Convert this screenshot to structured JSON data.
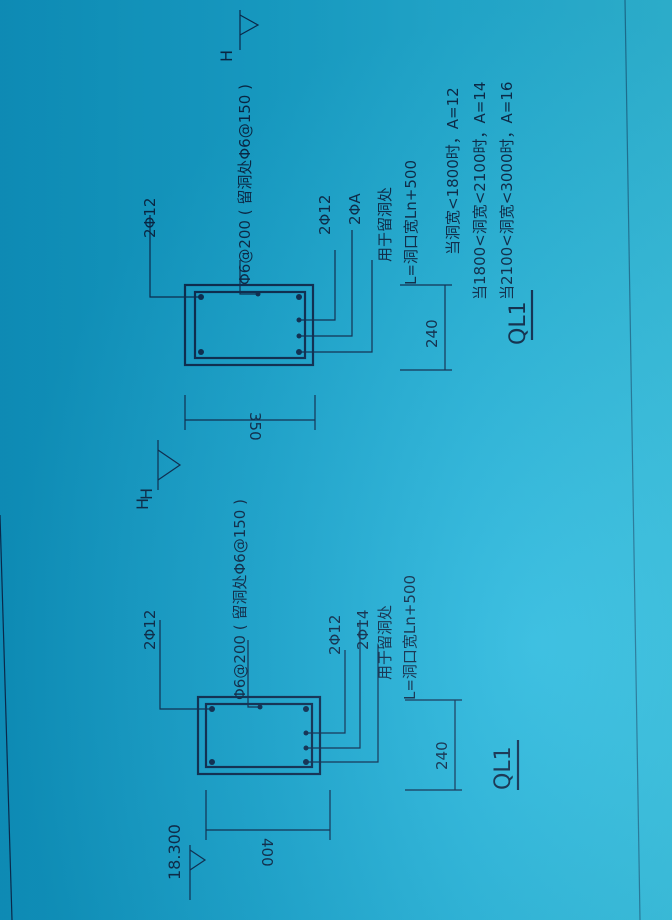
{
  "photo_subject": "QL1",
  "drawing": {
    "left_section": {
      "elev_label": "18.300",
      "h_label": "H",
      "top_bar": "2Φ12",
      "stirrup": "Φ6@200 ( 留洞处Φ6@150 )",
      "bot_bar": "2Φ12",
      "extra_bar": "2Φ14",
      "extra_note1": "用于留洞处",
      "extra_note2": "L=洞口宽Ln+500",
      "depth": "400",
      "width": "240",
      "name": "QL1"
    },
    "right_section": {
      "h_label": "H",
      "top_bar": "2Φ12",
      "stirrup": "Φ6@200 ( 留洞处Φ6@150 )",
      "bot_bar": "2Φ12",
      "extra_bar": "2ΦA",
      "extra_note1": "用于留洞处",
      "extra_note2": "L=洞口宽Ln+500",
      "note3": "当洞宽<1800时，A=12",
      "note4": "当1800<洞宽<2100时，A=14",
      "note5": "当2100<洞宽<3000时，A=16",
      "depth": "350",
      "width": "240",
      "name": "QL1"
    }
  }
}
